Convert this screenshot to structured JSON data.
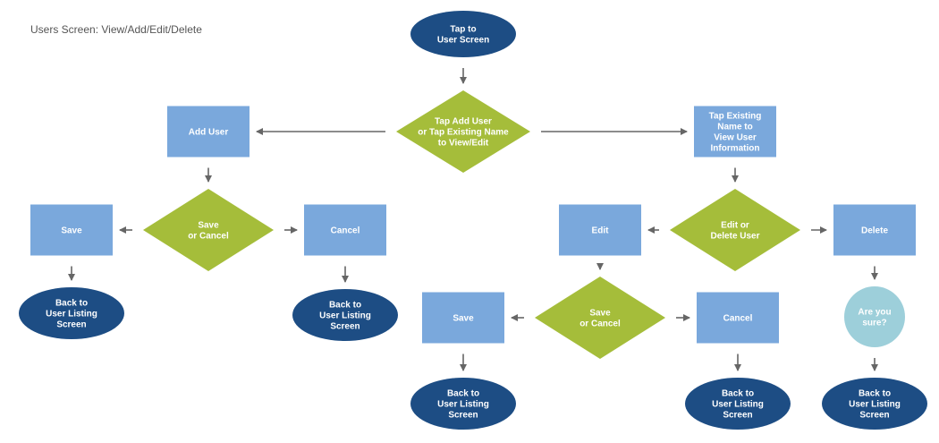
{
  "title": "Users Screen: View/Add/Edit/Delete",
  "colors": {
    "oval": "#1d4d84",
    "rect": "#7aa8dc",
    "diamond": "#a5bd3a",
    "circle": "#9dcfda",
    "arrow": "#666666",
    "text": "#ffffff"
  },
  "nodes": {
    "start": [
      "Tap to",
      "User Screen"
    ],
    "decision_main": [
      "Tap Add User",
      "or Tap Existing Name",
      "to View/Edit"
    ],
    "add_user": [
      "Add User"
    ],
    "tap_existing": [
      "Tap Existing",
      "Name to",
      "View User",
      "Information"
    ],
    "save_or_cancel_left": [
      "Save",
      "or Cancel"
    ],
    "save_left": [
      "Save"
    ],
    "cancel_left": [
      "Cancel"
    ],
    "back_left_save": [
      "Back to",
      "User Listing",
      "Screen"
    ],
    "back_left_cancel": [
      "Back to",
      "User Listing",
      "Screen"
    ],
    "edit_or_delete": [
      "Edit or",
      "Delete User"
    ],
    "edit": [
      "Edit"
    ],
    "delete": [
      "Delete"
    ],
    "save_or_cancel_edit": [
      "Save",
      "or Cancel"
    ],
    "save_edit": [
      "Save"
    ],
    "cancel_edit": [
      "Cancel"
    ],
    "back_edit_save": [
      "Back to",
      "User Listing",
      "Screen"
    ],
    "back_edit_cancel": [
      "Back to",
      "User Listing",
      "Screen"
    ],
    "are_you_sure": [
      "Are you",
      "sure?"
    ],
    "back_delete": [
      "Back to",
      "User Listing",
      "Screen"
    ]
  }
}
